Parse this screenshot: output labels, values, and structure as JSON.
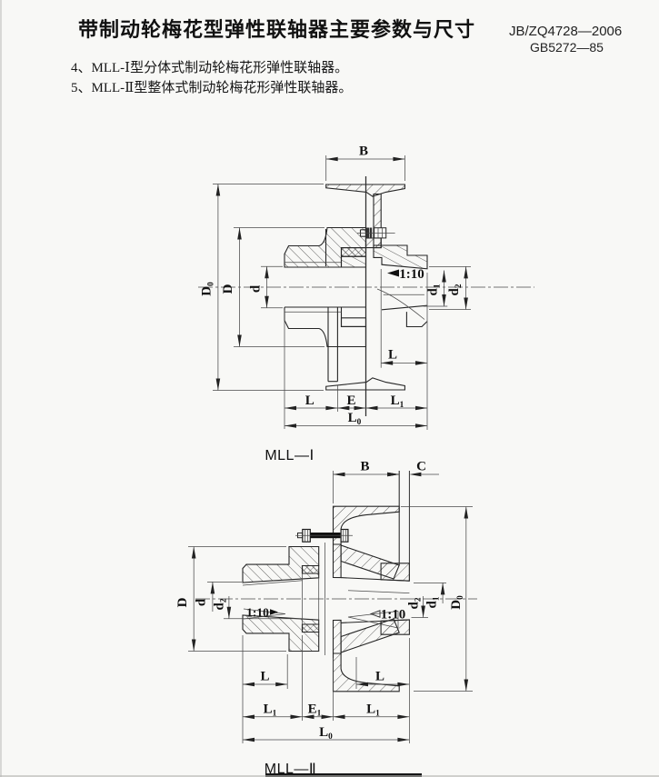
{
  "page": {
    "title": "带制动轮梅花型弹性联轴器主要参数与尺寸",
    "standard_1": "JB/ZQ4728—2006",
    "standard_2": "GB5272—85",
    "item_4": "4、MLL-Ⅰ型分体式制动轮梅花形弹性联轴器。",
    "item_5": "5、MLL-Ⅱ型整体式制动轮梅花形弹性联轴器。"
  },
  "figure_1": {
    "caption": "MLL—Ⅰ",
    "taper_label": "1:10",
    "dims": {
      "B": {
        "label": "B",
        "main": "B",
        "sub": ""
      },
      "Do": {
        "label": "D₀",
        "main": "D",
        "sub": "0"
      },
      "D": {
        "label": "D",
        "main": "D",
        "sub": ""
      },
      "d": {
        "label": "d",
        "main": "d",
        "sub": ""
      },
      "d1": {
        "label": "d₁",
        "main": "d",
        "sub": "1"
      },
      "d2": {
        "label": "d₂",
        "main": "d",
        "sub": "2"
      },
      "L_right": {
        "label": "L",
        "main": "L",
        "sub": ""
      },
      "L": {
        "label": "L",
        "main": "L",
        "sub": ""
      },
      "E": {
        "label": "E",
        "main": "E",
        "sub": ""
      },
      "L1": {
        "label": "L₁",
        "main": "L",
        "sub": "1"
      },
      "Lo": {
        "label": "L₀",
        "main": "L",
        "sub": "0"
      }
    }
  },
  "figure_2": {
    "caption": "MLL—Ⅱ",
    "taper_label_left": "1:10",
    "taper_label_right": "1:10",
    "dims": {
      "B": {
        "label": "B",
        "main": "B",
        "sub": ""
      },
      "C": {
        "label": "C",
        "main": "C",
        "sub": ""
      },
      "Do": {
        "label": "D₀",
        "main": "D",
        "sub": "0"
      },
      "D": {
        "label": "D",
        "main": "D",
        "sub": ""
      },
      "d": {
        "label": "d",
        "main": "d",
        "sub": ""
      },
      "d2_left": {
        "label": "d₂",
        "main": "d",
        "sub": "2"
      },
      "d1": {
        "label": "d₁",
        "main": "d",
        "sub": "1"
      },
      "d2_right": {
        "label": "d₂",
        "main": "d",
        "sub": "2"
      },
      "L_left": {
        "label": "L",
        "main": "L",
        "sub": ""
      },
      "L_right": {
        "label": "L",
        "main": "L",
        "sub": ""
      },
      "L1_left": {
        "label": "L₁",
        "main": "L",
        "sub": "1"
      },
      "E1": {
        "label": "E₁",
        "main": "E",
        "sub": "1"
      },
      "L1_right": {
        "label": "L₁",
        "main": "L",
        "sub": "1"
      },
      "Lo": {
        "label": "L₀",
        "main": "L",
        "sub": "0"
      }
    }
  }
}
